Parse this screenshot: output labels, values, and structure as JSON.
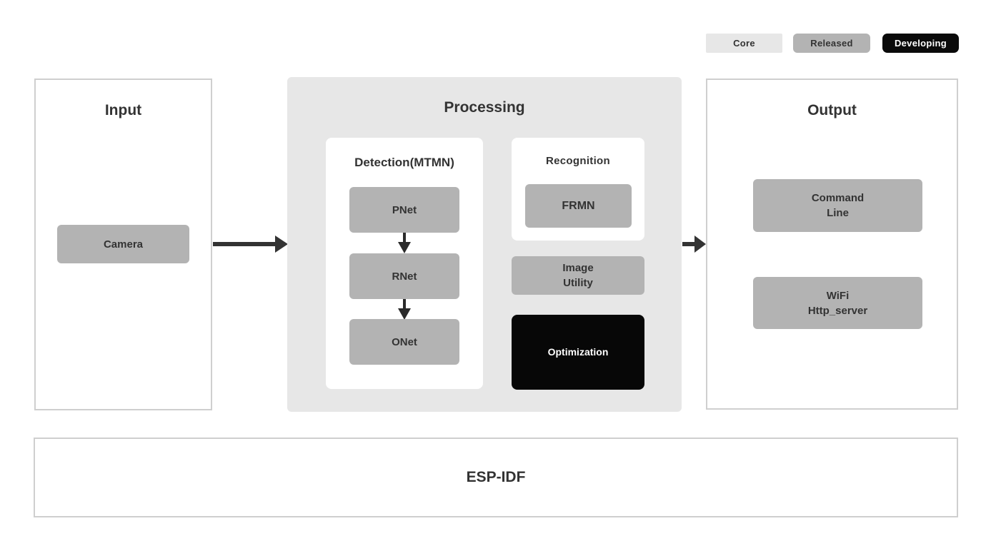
{
  "legend": {
    "items": [
      {
        "label": "Core",
        "color": "#e7e7e7",
        "text_color": "#333333"
      },
      {
        "label": "Released",
        "color": "#b3b3b3",
        "text_color": "#333333"
      },
      {
        "label": "Developing",
        "color": "#0a0a0a",
        "text_color": "#ffffff"
      }
    ]
  },
  "panels": {
    "input": {
      "title": "Input",
      "camera_label": "Camera"
    },
    "processing": {
      "title": "Processing",
      "detection": {
        "title": "Detection(MTMN)",
        "pnet": "PNet",
        "rnet": "RNet",
        "onet": "ONet"
      },
      "recognition": {
        "title": "Recognition",
        "frmn": "FRMN"
      },
      "image_utility_label": "Image\nUtility",
      "optimization_label": "Optimization"
    },
    "output": {
      "title": "Output",
      "command_line_label": "Command\nLine",
      "wifi_label": "WiFi\nHttp_server"
    },
    "foundation": {
      "title": "ESP-IDF"
    }
  },
  "icons": {
    "flow_arrows": [
      "arrow-right-icon",
      "arrow-right-icon",
      "arrow-down-icon",
      "arrow-down-icon"
    ]
  },
  "colors": {
    "module_gray": "#b3b3b3",
    "processing_background": "#e7e7e7",
    "developing_black": "#0a0a0a",
    "optimization_black": "#070707",
    "panel_border": "#cfcfcf",
    "text": "#333333",
    "arrow": "#333333",
    "background": "#ffffff"
  }
}
